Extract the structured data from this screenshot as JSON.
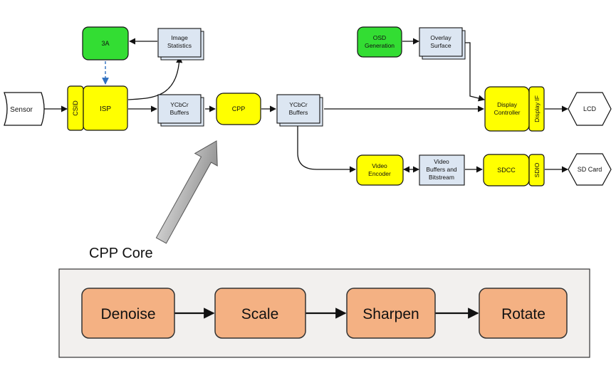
{
  "top_diagram": {
    "sensor": "Sensor",
    "csid": "CSID",
    "isp": "ISP",
    "three_a": "3A",
    "image_statistics": [
      "Image",
      "Statistics"
    ],
    "ycbcr_buffers_1": [
      "YCbCr",
      "Buffers"
    ],
    "cpp": "CPP",
    "ycbcr_buffers_2": [
      "YCbCr",
      "Buffers"
    ],
    "osd_generation": [
      "OSD",
      "Generation"
    ],
    "overlay_surface": [
      "Overlay",
      "Surface"
    ],
    "display_controller": [
      "Display",
      "Controller"
    ],
    "display_if": "Display IF",
    "lcd": "LCD",
    "video_encoder": [
      "Video",
      "Encoder"
    ],
    "video_buffers": [
      "Video",
      "Buffers and",
      "Bitstream"
    ],
    "sdcc": "SDCC",
    "sdio": "SDIO",
    "sd_card": "SD Card"
  },
  "core": {
    "title": "CPP Core",
    "stages": [
      "Denoise",
      "Scale",
      "Sharpen",
      "Rotate"
    ]
  },
  "colors": {
    "yellow": "#ffff00",
    "green": "#33dd33",
    "buffer_fill": "#dce6f2",
    "orange": "#f4b183",
    "panel": "#f2f0ee",
    "arrow_gray": "#a6a6a6",
    "dashed_blue": "#2f6fbf"
  }
}
